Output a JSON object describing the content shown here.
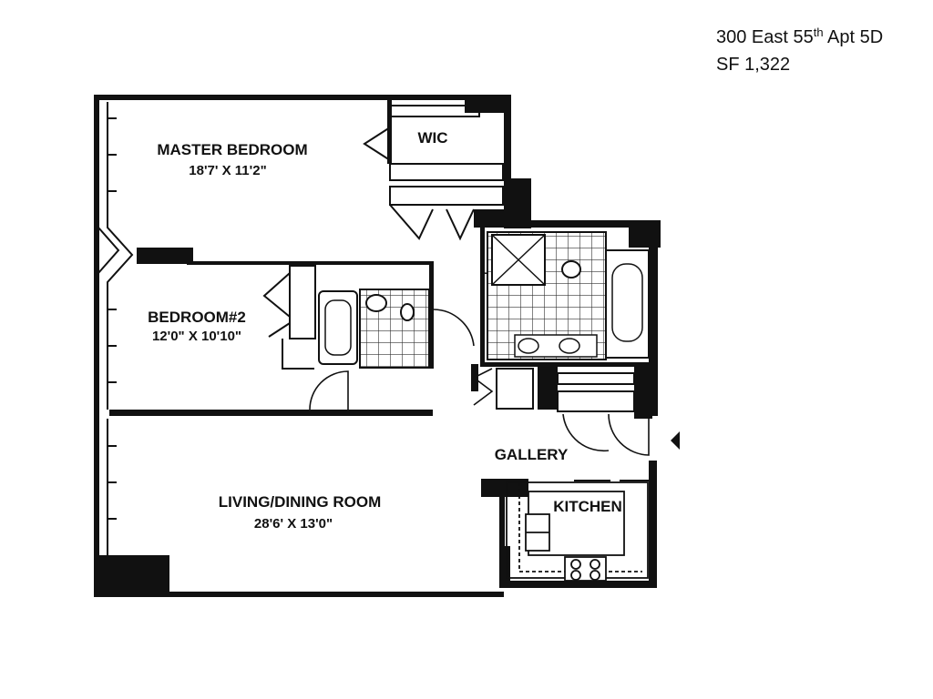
{
  "header": {
    "address_prefix": "300 East 55",
    "address_sup": "th",
    "address_suffix": " Apt 5D",
    "area": "SF 1,322"
  },
  "rooms": {
    "master_bedroom": {
      "name": "MASTER BEDROOM",
      "dims": "18'7' X 11'2\""
    },
    "wic": {
      "name": "WIC"
    },
    "bedroom2": {
      "name": "BEDROOM#2",
      "dims": "12'0\" X 10'10\""
    },
    "gallery": {
      "name": "GALLERY"
    },
    "living": {
      "name": "LIVING/DINING ROOM",
      "dims": "28'6' X 13'0\""
    },
    "kitchen": {
      "name": "KITCHEN"
    }
  }
}
